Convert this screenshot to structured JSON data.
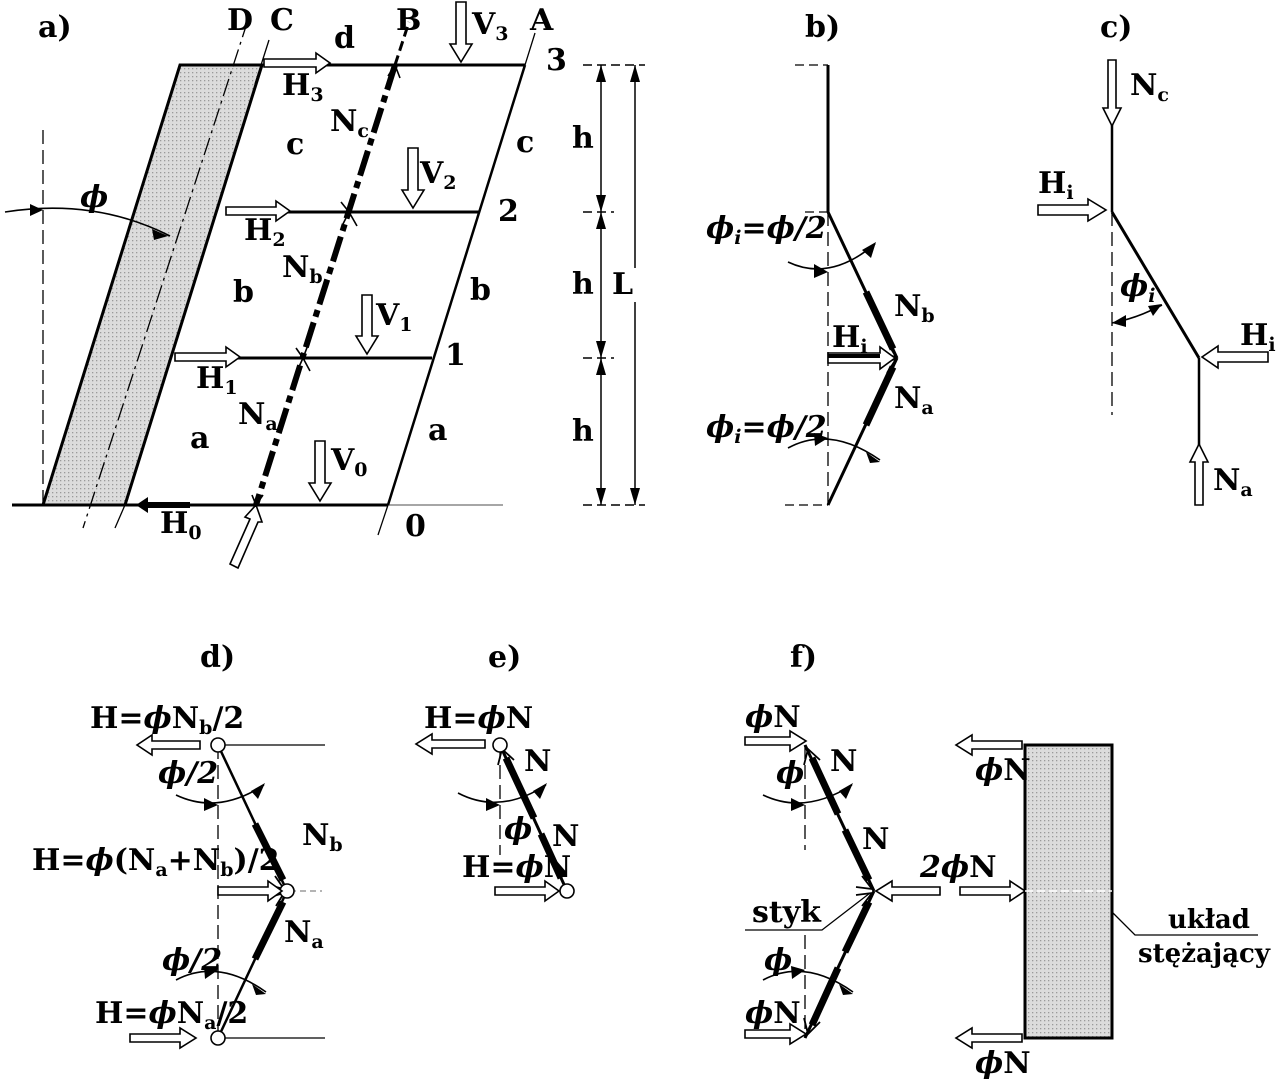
{
  "panels": {
    "a": "a)",
    "b": "b)",
    "c": "c)",
    "d": "d)",
    "e": "e)",
    "f": "f)"
  },
  "a": {
    "lines": {
      "D": "D",
      "C": "C",
      "B": "B",
      "A": "A"
    },
    "levels": {
      "l0": "0",
      "l1": "1",
      "l2": "2",
      "l3": "3"
    },
    "zones": {
      "a": "a",
      "b": "b",
      "c": "c",
      "d": "d"
    },
    "h": "h",
    "L": "L",
    "phi": "ϕ",
    "H": "H",
    "V": "V",
    "N": "N",
    "idx": {
      "i0": "0",
      "i1": "1",
      "i2": "2",
      "i3": "3",
      "a": "a",
      "b": "b",
      "c": "c"
    }
  },
  "b": {
    "phi_i": "ϕ",
    "i": "i",
    "eq_half": "=ϕ/2",
    "H": "H",
    "i_sub": "i",
    "N": "N",
    "nb": "b",
    "na": "a"
  },
  "c": {
    "N": "N",
    "nc": "c",
    "na": "a",
    "H": "H",
    "i_sub": "i",
    "phi": "ϕ"
  },
  "d": {
    "top_pre": "H=",
    "top_phi": "ϕ",
    "top_N": "N",
    "top_sub": "b",
    "top_post": "/2",
    "mid_pre": "H=",
    "mid_phi": "ϕ",
    "mid_open": "(N",
    "mid_a": "a",
    "mid_plus": "+N",
    "mid_b": "b",
    "mid_post": ")/2",
    "bot_pre": "H=",
    "bot_phi": "ϕ",
    "bot_N": "N",
    "bot_sub": "a",
    "bot_post": "/2",
    "half": "ϕ/2",
    "N": "N",
    "nb": "b",
    "na": "a"
  },
  "e": {
    "H": "H=",
    "phi": "ϕ",
    "N": "N"
  },
  "f": {
    "phi": "ϕ",
    "N": "N",
    "two": "2",
    "styk": "styk",
    "uklad": "układ",
    "stezajacy": "stężający"
  }
}
